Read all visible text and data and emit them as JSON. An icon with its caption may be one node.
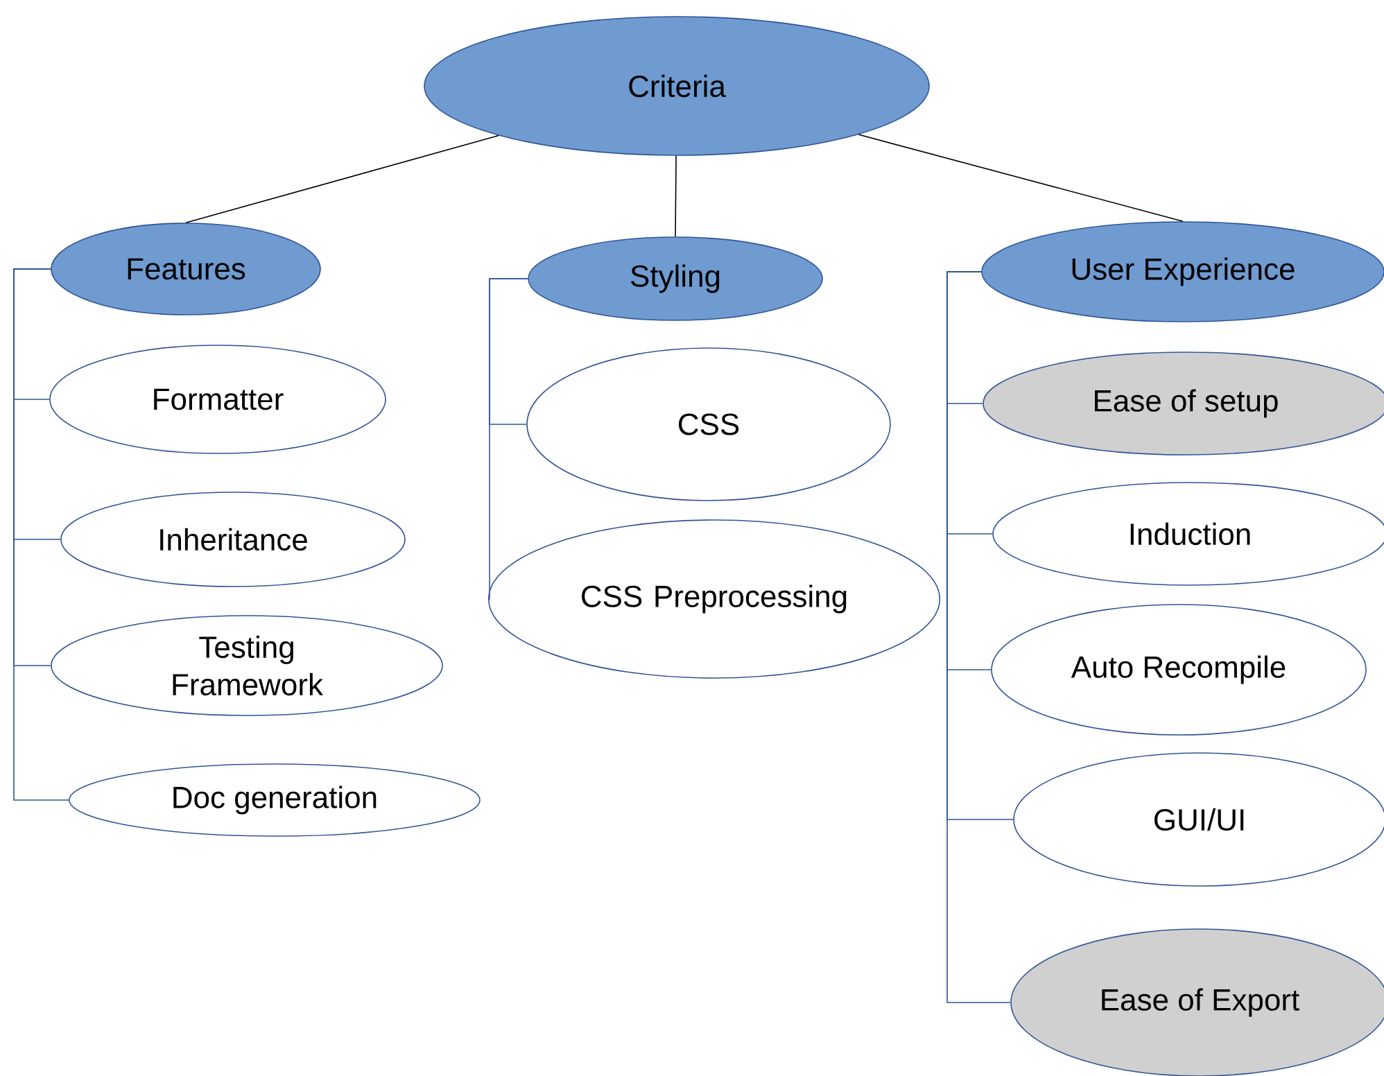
{
  "diagram": {
    "nodes": [
      {
        "text": [
          "Criteria"
        ]
      },
      {
        "text": [
          "Features"
        ]
      },
      {
        "text": [
          "Formatter"
        ]
      },
      {
        "text": [
          "Inheritance"
        ]
      },
      {
        "text": [
          "Testing Framework"
        ]
      },
      {
        "text": [
          "Doc generation"
        ]
      },
      {
        "text": [
          "Styling"
        ]
      },
      {
        "text": [
          "CSS"
        ]
      },
      {
        "text": [
          "CSS Preprocessing"
        ]
      },
      {
        "text": [
          "User Experience"
        ]
      },
      {
        "text": [
          "Ease of setup"
        ]
      },
      {
        "text": [
          "Induction"
        ]
      },
      {
        "text": [
          "Auto Recompile"
        ]
      },
      {
        "text": [
          "GUI/UI"
        ]
      },
      {
        "text": [
          "Ease of Export"
        ]
      }
    ],
    "edges": [
      {
        "from": 0,
        "to": 1,
        "arrow": "none",
        "color": "#000000"
      },
      {
        "from": 0,
        "to": 6,
        "arrow": "none",
        "color": "#000000"
      },
      {
        "from": 0,
        "to": 9,
        "arrow": "none",
        "color": "#000000"
      },
      {
        "from": 1,
        "to": 2,
        "arrow": "none"
      },
      {
        "from": 1,
        "to": 3,
        "arrow": "none"
      },
      {
        "from": 1,
        "to": 4,
        "arrow": "none"
      },
      {
        "from": 1,
        "to": 5,
        "arrow": "none"
      },
      {
        "from": 6,
        "to": 7,
        "arrow": "none"
      },
      {
        "from": 6,
        "to": 8,
        "arrow": "none"
      },
      {
        "from": 9,
        "to": 10,
        "arrow": "none"
      },
      {
        "from": 9,
        "to": 11,
        "arrow": "none"
      },
      {
        "from": 9,
        "to": 12,
        "arrow": "none"
      },
      {
        "from": 9,
        "to": 13,
        "arrow": "none"
      },
      {
        "from": 9,
        "to": 14,
        "arrow": "none"
      }
    ]
  }
}
